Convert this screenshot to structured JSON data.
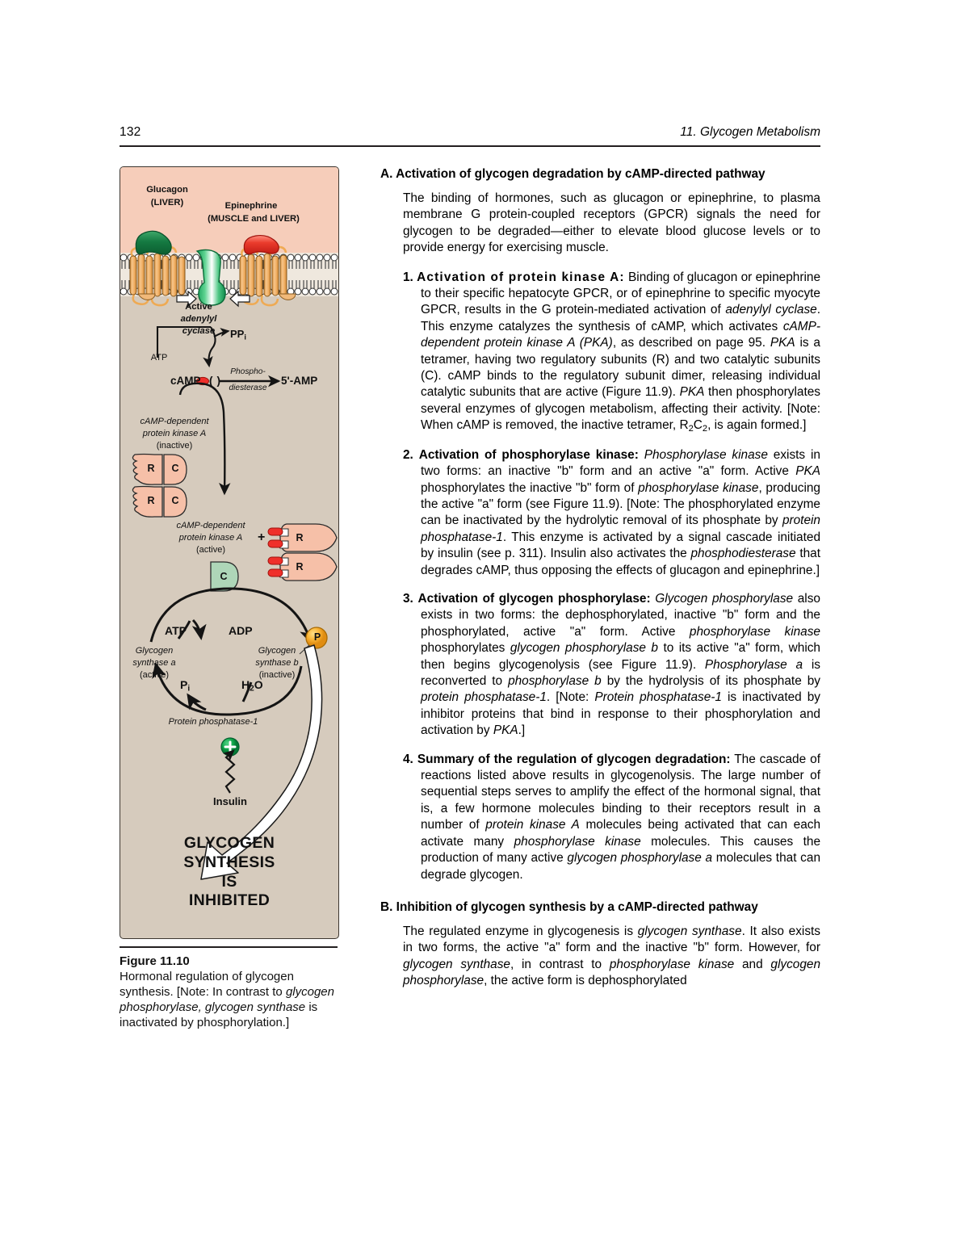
{
  "header": {
    "page_number": "132",
    "chapter_title": "11. Glycogen Metabolism"
  },
  "figure": {
    "panel_colors": {
      "extracellular": "#f6cdba",
      "cytosol": "#d6cbbd",
      "border": "#3c3630",
      "receptor_helix": "#f0b97a",
      "glucagon": "#1f7a44",
      "epinephrine": "#e8342a",
      "g_protein": "#2fae61",
      "subunit_r": "#f6c0a8",
      "subunit_c_active": "#aed6b8",
      "camp": "#ef2f2a",
      "phosphate": "#f9b334",
      "insulin_plus": "#10a54a"
    },
    "labels": {
      "glucagon": "Glucagon",
      "glucagon_tissue": "(LIVER)",
      "epinephrine": "Epinephrine",
      "epinephrine_tissue": "(MUSCLE and LIVER)",
      "active_adenylyl_cyclase_l1": "Active",
      "active_adenylyl_cyclase_l2": "adenylyl",
      "active_adenylyl_cyclase_l3": "cyclase",
      "atp_top": "ATP",
      "ppi": "PPi",
      "camp": "cAMP",
      "phosphodiesterase_l1": "Phospho-",
      "phosphodiesterase_l2": "diesterase",
      "five_amp": "5'-AMP",
      "pka_inactive_l1": "cAMP-dependent",
      "pka_inactive_l2": "protein kinase A",
      "pka_inactive_l3": "(inactive)",
      "subunit_r": "R",
      "subunit_c": "C",
      "pka_active_l1": "cAMP-dependent",
      "pka_active_l2": "protein kinase A",
      "pka_active_l3": "(active)",
      "plus": "+",
      "atp_cycle": "ATP",
      "adp_cycle": "ADP",
      "phosphate": "P",
      "glycogen_synthase_a_l1": "Glycogen",
      "glycogen_synthase_a_l2": "synthase a",
      "glycogen_synthase_a_l3": "(active)",
      "glycogen_synthase_b_l1": "Glycogen",
      "glycogen_synthase_b_l2": "synthase b",
      "glycogen_synthase_b_l3": "(inactive)",
      "pi": "Pi",
      "water": "H2O",
      "protein_phosphatase": "Protein phosphatase-1",
      "insulin": "Insulin",
      "plus_sign": "+",
      "inhibited_l1": "GLYCOGEN",
      "inhibited_l2": "SYNTHESIS",
      "inhibited_l3": "IS",
      "inhibited_l4": "INHIBITED"
    },
    "caption_title": "Figure 11.10",
    "caption_text_1": "Hormonal regulation of glycogen synthesis. [Note: In contrast to ",
    "caption_italic_1": "glycogen phosphorylase, glycogen synthase",
    "caption_text_2": " is inactivated by phosphorylation.]"
  },
  "sections": {
    "a": {
      "heading": "A. Activation of glycogen degradation by cAMP-directed pathway",
      "intro": "The binding of hormones, such as glucagon or epinephrine, to plasma membrane G protein-coupled receptors (GPCR) signals the need for glycogen to be degraded—either to elevate blood glucose levels or to provide energy for exercising muscle.",
      "items": [
        {
          "num": "1.",
          "lead": "Activation of protein kinase A:",
          "p1": " Binding of glucagon or epinephrine to their specific hepatocyte GPCR, or of epinephrine to specific myocyte GPCR, results in the G protein-mediated activation of ",
          "i1": "adenylyl cyclase",
          "p2": ". This enzyme catalyzes the synthesis of cAMP, which activates ",
          "i2": "cAMP-dependent protein kinase A (PKA)",
          "p3": ", as described on page 95. ",
          "i3": "PKA",
          "p4": " is a tetramer, having two regulatory subunits (R) and two catalytic subunits (C). cAMP binds to the regulatory subunit dimer, releasing individual catalytic subunits that are active (Figure 11.9). ",
          "i4": "PKA",
          "p5": " then phosphorylates several enzymes of glycogen metabolism, affecting their activity. [Note: When cAMP is removed, the inactive tetramer, R",
          "sub1": "2",
          "p6": "C",
          "sub2": "2",
          "p7": ", is again formed.]"
        },
        {
          "num": "2.",
          "lead": "Activation of phosphorylase kinase:",
          "p1": " ",
          "i1": "Phosphorylase kinase",
          "p2": " exists in two forms: an inactive \"b\" form and an active \"a\" form. Active ",
          "i2": "PKA",
          "p3": " phosphorylates the inactive \"b\" form of ",
          "i3": "phosphorylase kinase",
          "p4": ", producing the active \"a\" form (see Figure 11.9). [Note: The phosphorylated enzyme can be inactivated by the hydrolytic removal of its phosphate by ",
          "i4": "protein phosphatase-1",
          "p5": ". This enzyme is activated by a signal cascade initiated by insulin (see p. 311). Insulin also activates the ",
          "i5": "phosphodiesterase",
          "p6": " that degrades cAMP, thus opposing the effects of glucagon and epinephrine.]"
        },
        {
          "num": "3.",
          "lead": "Activation of glycogen phosphorylase:",
          "p1": " ",
          "i1": "Glycogen phosphorylase",
          "p2": " also exists in two forms: the dephosphorylated, inactive \"b\" form and the phosphorylated, active \"a\" form. Active ",
          "i2": "phosphorylase kinase",
          "p3": " phosphorylates ",
          "i3": "glycogen phosphorylase b",
          "p4": " to its active \"a\" form, which then begins glycogenolysis (see Figure 11.9). ",
          "i4": "Phosphorylase a",
          "p5": " is reconverted to ",
          "i5": "phosphorylase b",
          "p6": " by the hydrolysis of its phosphate by ",
          "i6": "protein phosphatase-1",
          "p7": ". [Note: ",
          "i7": "Protein phosphatase-1",
          "p8": " is inactivated by inhibitor proteins that bind in response to their phosphorylation and activation by ",
          "i8": "PKA",
          "p9": ".]"
        },
        {
          "num": "4.",
          "lead": "Summary of the regulation of glycogen degradation:",
          "p1": " The cascade of reactions listed above results in glycogenolysis. The large number of sequential steps serves to amplify the effect of the hormonal signal, that is, a few hormone molecules binding to their receptors result in a number of ",
          "i1": "protein kinase A",
          "p2": " molecules being activated that can each activate many ",
          "i2": "phosphorylase kinase",
          "p3": " molecules. This causes the production of many active ",
          "i3": "glycogen phosphorylase a",
          "p4": " molecules that can degrade glycogen."
        }
      ]
    },
    "b": {
      "heading": "B. Inhibition of glycogen synthesis by a cAMP-directed pathway",
      "p1": "The regulated enzyme in glycogenesis is ",
      "i1": "glycogen synthase",
      "p2": ". It also exists in two forms, the active \"a\" form and the inactive \"b\" form. However, for ",
      "i2": "glycogen synthase",
      "p3": ", in contrast to ",
      "i3": "phosphorylase kinase",
      "p4": " and ",
      "i4": "glycogen phosphorylase",
      "p5": ", the active form is dephosphorylated"
    }
  }
}
